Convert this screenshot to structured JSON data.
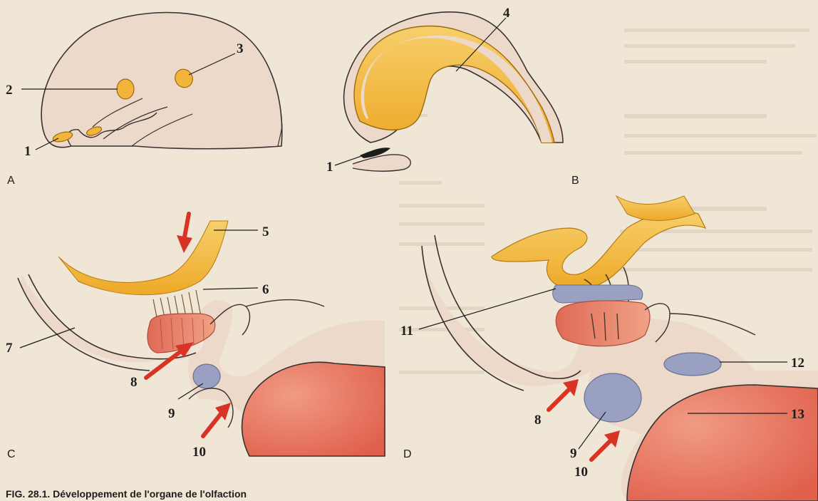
{
  "figure": {
    "caption": "FIG. 28.1. Développement de l'organe de l'olfaction",
    "panels": {
      "a": "A",
      "b": "B",
      "c": "C",
      "d": "D"
    },
    "labels": {
      "l1": "1",
      "l2": "2",
      "l3": "3",
      "l4": "4",
      "l5": "5",
      "l6": "6",
      "l7": "7",
      "l8": "8",
      "l9": "9",
      "l10": "10",
      "l11": "11",
      "l12": "12",
      "l13": "13"
    },
    "colors": {
      "background": "#efe6d6",
      "tissue": "#ecd9c9",
      "bulb": "#f2b43a",
      "epithelium": "#e8806a",
      "cartilage": "#9aa0c2",
      "arrow": "#d93326"
    }
  }
}
